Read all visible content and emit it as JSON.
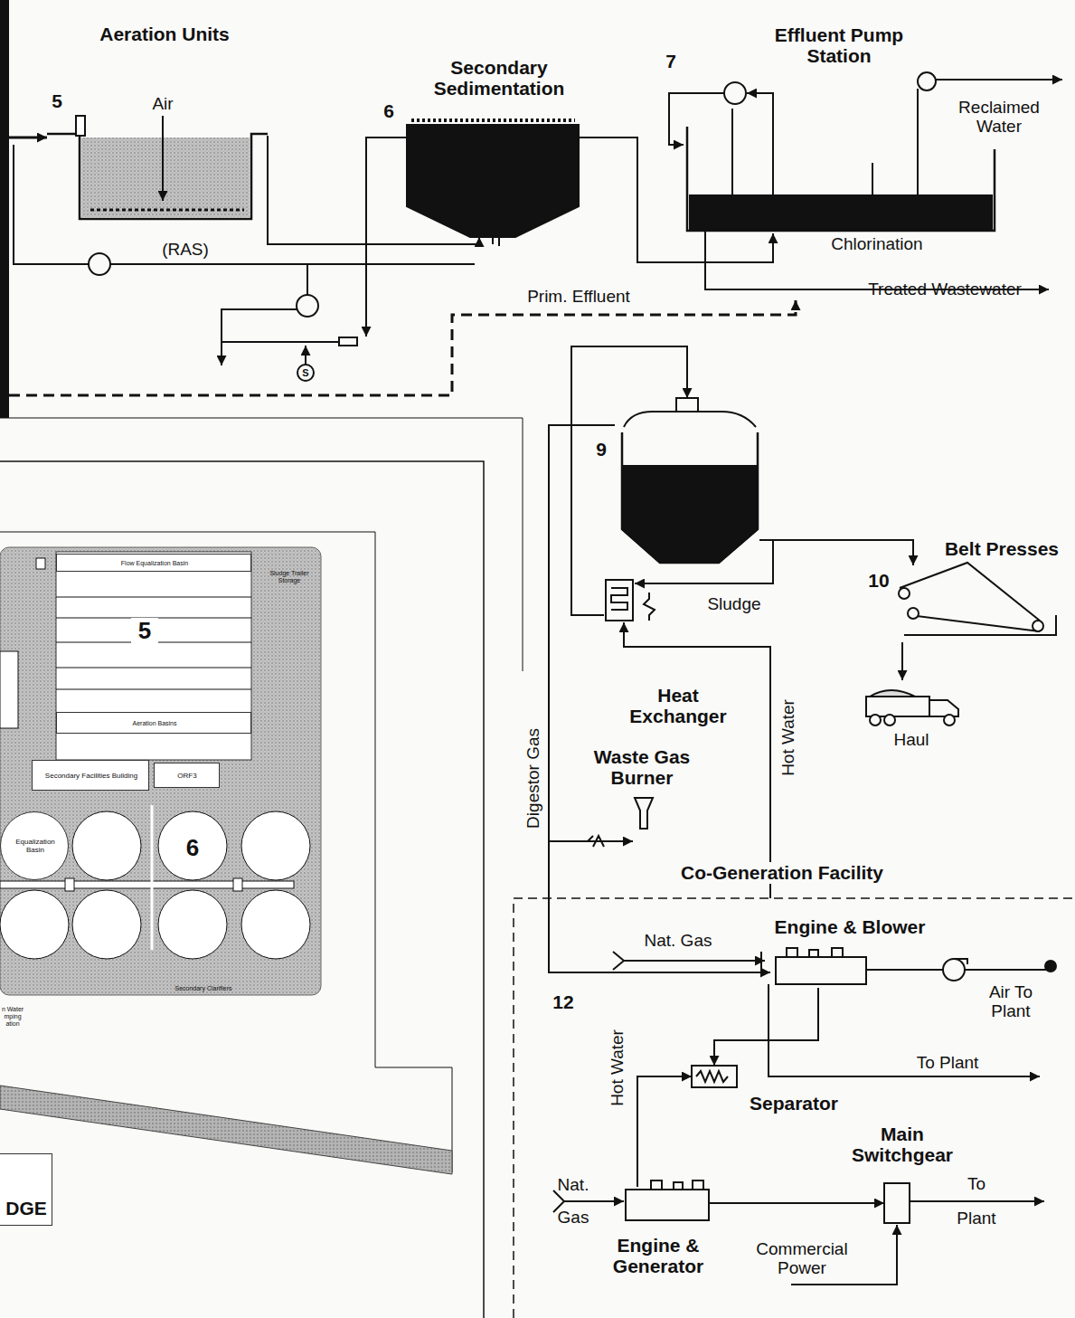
{
  "diagram": {
    "nodes": [
      {
        "text": [
          "Aeration Units"
        ]
      },
      {
        "text": [
          "Secondary Sedimentation"
        ]
      },
      {
        "text": [
          "Effluent Pump Station"
        ]
      },
      {
        "text": [
          "9"
        ]
      },
      {
        "text": [
          "Heat Exchanger"
        ]
      },
      {
        "text": [
          "Belt Presses"
        ]
      },
      {
        "text": [
          "Haul"
        ]
      },
      {
        "text": [
          "Waste Gas Burner"
        ]
      },
      {
        "text": [
          "Flow Equalization Basin"
        ]
      },
      {
        "text": [
          "Aeration Basins"
        ]
      },
      {
        "text": [
          "Secondary Facilities Building"
        ]
      },
      {
        "text": [
          "ORF3"
        ]
      },
      {
        "text": [
          "Equalization Basin"
        ]
      },
      {
        "text": [
          "DGE"
        ]
      },
      {
        "text": [
          "Co-Generation Facility"
        ]
      },
      {
        "text": [
          "Engine & Blower"
        ],
        "in": 14
      },
      {
        "text": [
          "Separator"
        ],
        "in": 14
      },
      {
        "text": [
          "Main Switchgear"
        ],
        "in": 14
      },
      {
        "text": [
          "Engine & Generator"
        ],
        "in": 14
      }
    ],
    "edges": [
      {
        "from": 0,
        "to": 1,
        "arrow": "to"
      },
      {
        "from": 1,
        "to": 2,
        "arrow": "to"
      },
      {
        "from": 3,
        "to": 4,
        "label": "Sludge",
        "arrow": "to"
      },
      {
        "from": 4,
        "to": 3,
        "arrow": "to"
      },
      {
        "from": 3,
        "to": 5,
        "arrow": "to"
      },
      {
        "from": 5,
        "to": 6,
        "arrow": "to"
      },
      {
        "from": 3,
        "to": 7,
        "arrow": "to"
      },
      {
        "from": 3,
        "to": 15,
        "label": "Digestor Gas",
        "arrow": "to"
      },
      {
        "from": 14,
        "to": 4,
        "label": "Hot Water",
        "arrow": "to"
      },
      {
        "from": 15,
        "to": 16,
        "arrow": "to"
      },
      {
        "from": 18,
        "to": 16,
        "label": "Hot Water",
        "arrow": "to"
      },
      {
        "from": 18,
        "to": 17,
        "arrow": "to"
      }
    ],
    "labels": [
      "5",
      "Air",
      "(RAS)",
      "6",
      "7",
      "Reclaimed Water",
      "Chlorination",
      "Treated Wastewater",
      "Prim. Effluent",
      "S",
      "10",
      "5",
      "6",
      "Sludge Trailer Storage",
      "Secondary Clarifiers",
      "n Water mping ation",
      "12",
      "Nat. Gas",
      "Air To Plant",
      "To Plant",
      "Nat. Gas",
      "To Plant",
      "Commercial Power"
    ]
  }
}
